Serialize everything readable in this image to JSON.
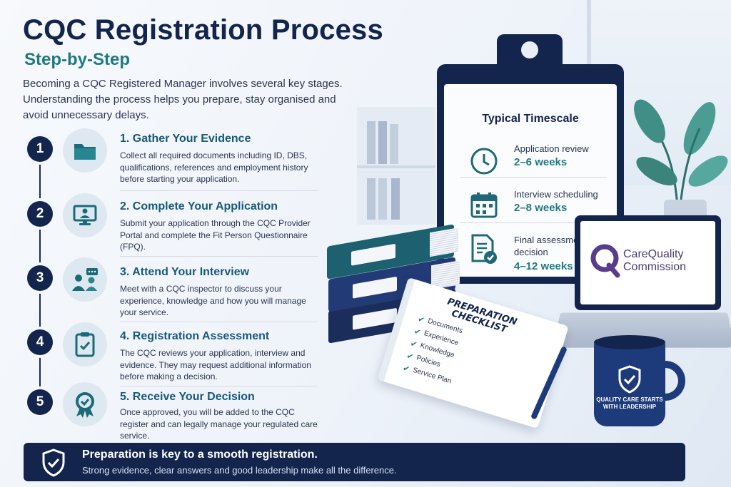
{
  "header": {
    "title": "CQC Registration Process",
    "subtitle": "Step-by-Step",
    "intro": "Becoming a CQC Registered Manager involves several key stages. Understanding the process helps you prepare, stay organised and avoid unnecessary delays."
  },
  "steps": [
    {
      "number": "1",
      "title": "1. Gather Your Evidence",
      "description": "Collect all required documents including ID, DBS, qualifications, references and employment history before starting your application.",
      "icon": "folder-icon"
    },
    {
      "number": "2",
      "title": "2. Complete Your Application",
      "description": "Submit your application through the CQC Provider Portal and complete the Fit Person Questionnaire (FPQ).",
      "icon": "monitor-user-icon"
    },
    {
      "number": "3",
      "title": "3. Attend Your Interview",
      "description": "Meet with a CQC inspector to discuss your experience, knowledge and how you will manage your service.",
      "icon": "people-chat-icon"
    },
    {
      "number": "4",
      "title": "4. Registration Assessment",
      "description": "The CQC reviews your application, interview and evidence. They may request additional information before making a decision.",
      "icon": "clipboard-check-icon"
    },
    {
      "number": "5",
      "title": "5. Receive Your Decision",
      "description": "Once approved, you will be added to the CQC register and can legally manage your regulated care service.",
      "icon": "award-badge-icon"
    }
  ],
  "timescale": {
    "title": "Typical Timescale",
    "items": [
      {
        "label": "Application review",
        "value": "2–6 weeks",
        "icon": "clock-icon"
      },
      {
        "label": "Interview scheduling",
        "value": "2–8 weeks",
        "icon": "calendar-icon"
      },
      {
        "label": "Final assessment and decision",
        "value": "4–12 weeks",
        "icon": "document-check-icon"
      }
    ]
  },
  "checklist": {
    "title": "PREPARATION CHECKLIST",
    "items": [
      "Documents",
      "Experience",
      "Knowledge",
      "Policies",
      "Service Plan"
    ]
  },
  "laptop": {
    "brand": "CareQuality Commission"
  },
  "mug": {
    "text": "QUALITY CARE STARTS WITH LEADERSHIP"
  },
  "banner": {
    "title": "Preparation is key to a smooth registration.",
    "subtitle": "Strong evidence, clear answers and good leadership make all the difference."
  },
  "colors": {
    "navy": "#13244d",
    "teal": "#1f7a80",
    "step_title": "#17597a",
    "icon_bg": "#dde8f0"
  }
}
